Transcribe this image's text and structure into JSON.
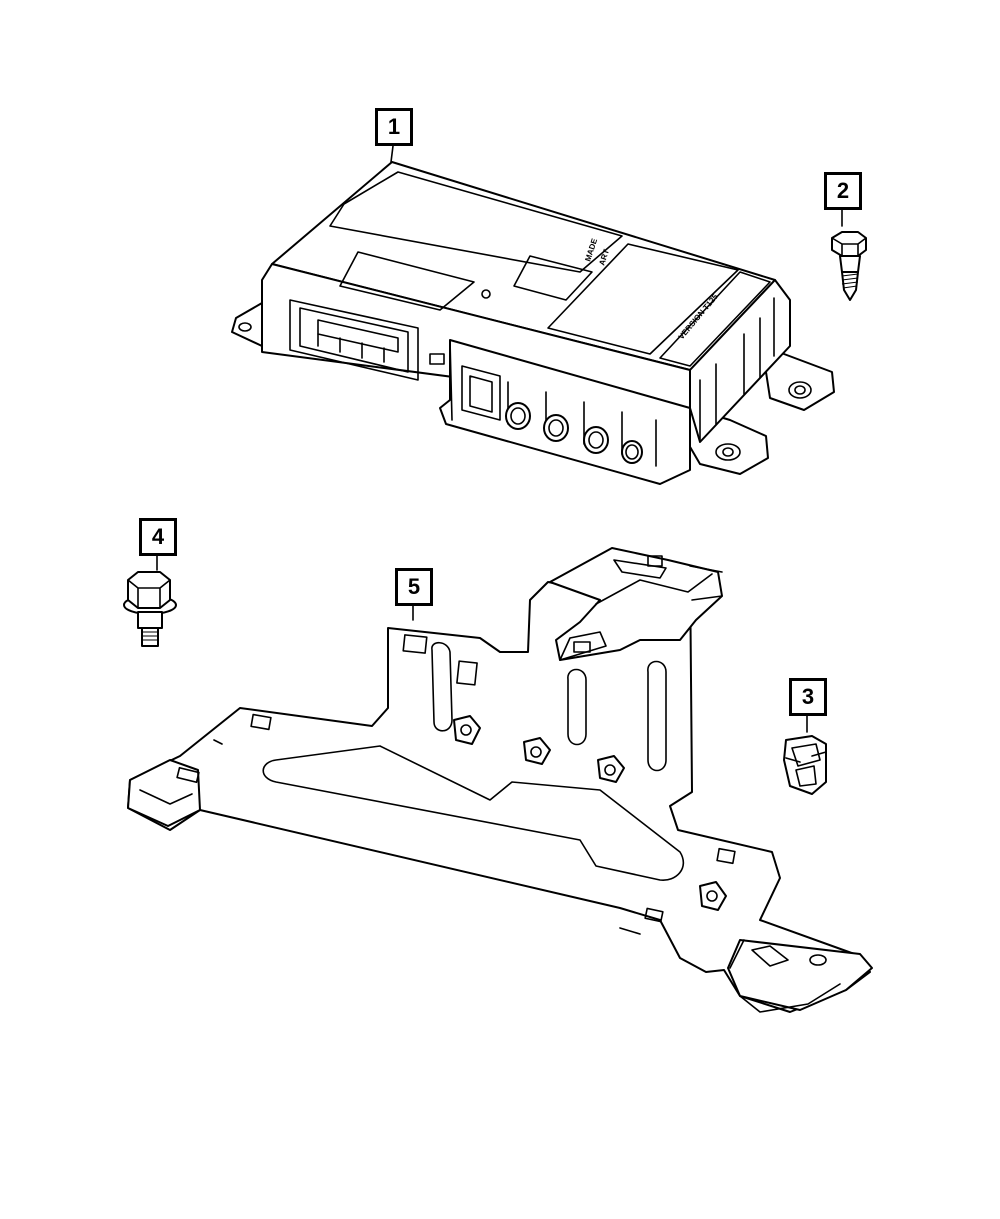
{
  "callouts": {
    "c1": "1",
    "c2": "2",
    "c3": "3",
    "c4": "4",
    "c5": "5"
  },
  "module_labels": {
    "stamp_a": "MADE",
    "stamp_b": "ART",
    "stamp_c": "VERSION  T125"
  }
}
